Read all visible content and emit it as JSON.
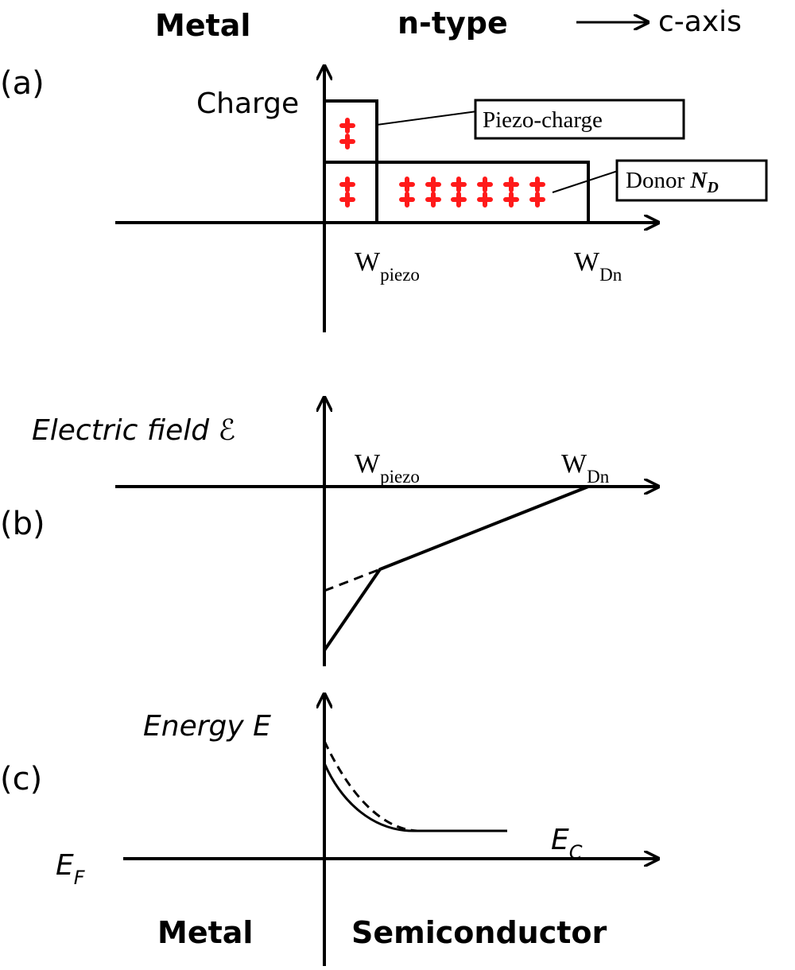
{
  "header": {
    "metal": "Metal",
    "ntype": "n-type",
    "caxis": "c-axis"
  },
  "panel_a": {
    "label": "(a)",
    "ylabel": "Charge",
    "callout_piezo": "Piezo-charge",
    "callout_donor": "Donor ",
    "callout_donor_sym": "N",
    "callout_donor_sub": "D",
    "wpiezo": "W",
    "wpiezo_sub": "piezo",
    "wdn": "W",
    "wdn_sub": "Dn"
  },
  "panel_b": {
    "label": "(b)",
    "ylabel": "Electric field ℰ",
    "wpiezo": "W",
    "wpiezo_sub": "piezo",
    "wdn": "W",
    "wdn_sub": "Dn"
  },
  "panel_c": {
    "label": "(c)",
    "ylabel": "Energy E",
    "ec": "E",
    "ec_sub": "C",
    "ef": "E",
    "ef_sub": "F"
  },
  "footer": {
    "metal": "Metal",
    "semiconductor": "Semiconductor"
  },
  "colors": {
    "ink": "#000000",
    "charge_dot": "#ff1a1a",
    "background": "#ffffff"
  }
}
